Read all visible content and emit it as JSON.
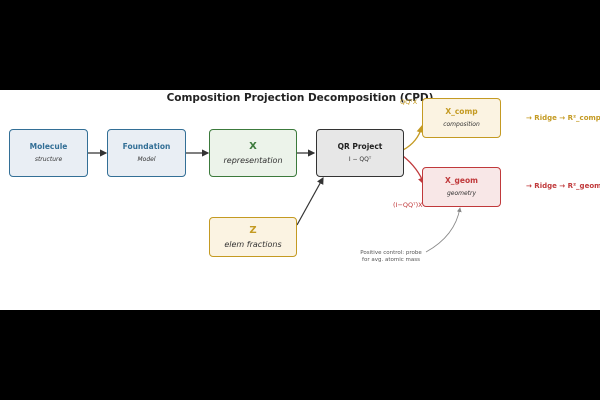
{
  "title": "Composition Projection Decomposition (CPD)",
  "nodes": {
    "molecule": {
      "title": "Molecule",
      "subtitle": "structure"
    },
    "foundation": {
      "title": "Foundation",
      "subtitle": "Model"
    },
    "x": {
      "title": "X",
      "subtitle": "representation"
    },
    "qr": {
      "title": "QR Project",
      "subtitle": "I − QQᵀ"
    },
    "z": {
      "title": "Z",
      "subtitle": "elem fractions"
    },
    "x_comp": {
      "title": "X_comp",
      "subtitle": "composition"
    },
    "x_geom": {
      "title": "X_geom",
      "subtitle": "geometry"
    }
  },
  "edge_labels": {
    "to_comp": "QQᵀX",
    "to_geom": "(I−QQᵀ)X"
  },
  "results": {
    "comp": "→ Ridge → R²_comp",
    "geom": "→ Ridge → R²_geom"
  },
  "note": "Positive control: probe for avg. atomic mass",
  "colors": {
    "blue": "#336f96",
    "green": "#3c7a3c",
    "gold": "#c49a22",
    "red": "#c0393b",
    "gray": "#333333"
  }
}
